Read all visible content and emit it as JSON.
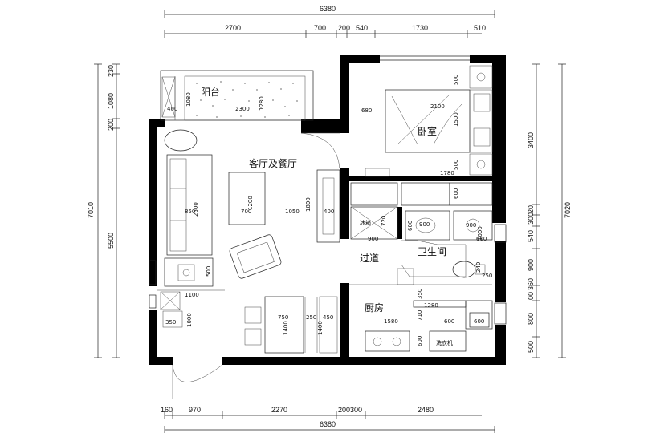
{
  "rooms": {
    "balcony": "阳台",
    "bedroom": "卧室",
    "living_dining": "客厅及餐厅",
    "corridor": "过道",
    "bathroom": "卫生间",
    "kitchen": "厨房",
    "fridge": "冰箱",
    "washer": "洗衣机"
  },
  "dims_top": {
    "overall": "6380",
    "segments": [
      "2700",
      "700",
      "200",
      "540",
      "1730",
      "510"
    ]
  },
  "dims_bottom": {
    "overall": "6380",
    "segments": [
      "160",
      "970",
      "2270",
      "200300",
      "2480"
    ]
  },
  "dims_left": {
    "overall": "7010",
    "segments": [
      "230",
      "1080",
      "200",
      "5500"
    ]
  },
  "dims_right": {
    "overall": "7020",
    "segments": [
      "3400",
      "20",
      "300",
      "540",
      "900",
      "360",
      "00",
      "800",
      "500"
    ]
  },
  "interior": {
    "balcony_depth": "1080",
    "balcony_side": "400",
    "balcony_width": "2300",
    "balcony_inner": "1280",
    "bed_width": "2100",
    "bed_length": "1500",
    "bed_side": "680",
    "bed_top": "500",
    "bed_bottom": "500",
    "wardrobe": "1780",
    "sofa_len": "2500",
    "sofa_depth": "850",
    "table_w": "700",
    "table_h": "1200",
    "living_span": "1050",
    "tv_depth": "400",
    "tv_len": "1800",
    "side_cabinet": "500",
    "hall_w": "1100",
    "shoe_w": "350",
    "shoe_h": "1000",
    "dining_w": "750",
    "dining_h": "1400",
    "bench_w": "250",
    "bench_h": "1400",
    "cab_w": "450",
    "fridge_depth": "720",
    "fridge_w": "900",
    "vanity_w": "900",
    "vanity_d": "600",
    "bath_cab": "900",
    "bath_h": "1000",
    "bath_low": "600",
    "toilet_d": "240",
    "toilet_w": "250",
    "bath_upper": "600",
    "kitchen_len": "1280",
    "kitchen_depth": "350",
    "counter_len": "1580",
    "counter_h": "710",
    "sink_w": "600",
    "sink_w2": "600",
    "stove_d": "600"
  }
}
